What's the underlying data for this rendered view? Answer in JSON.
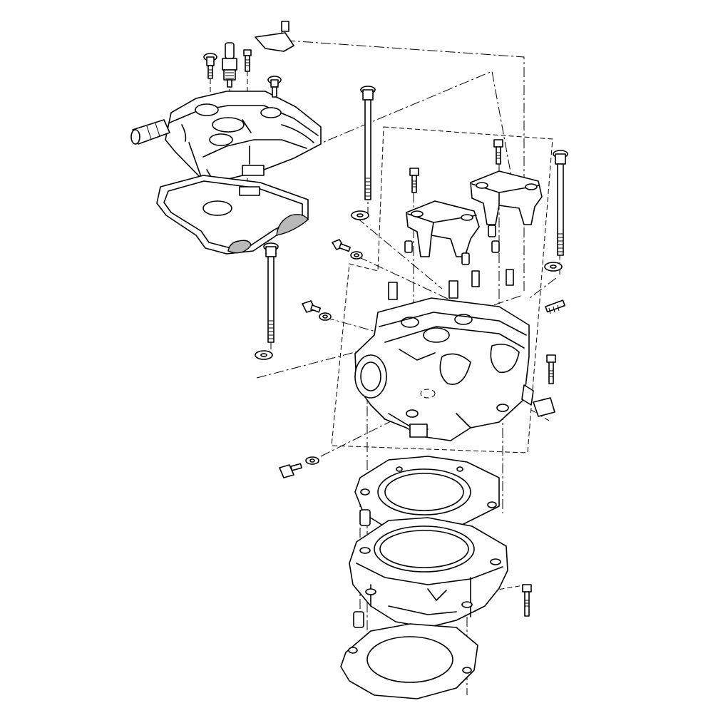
{
  "diagram": {
    "background": "#ffffff",
    "line_color": "#000000",
    "shade_color": "#b9b9b9",
    "parts": [
      "valve-cover",
      "valve-cover-gasket",
      "spark-plug",
      "breather-hose-fitting",
      "camshaft-cap-left",
      "camshaft-cap-right",
      "cylinder-head",
      "head-gasket",
      "cylinder",
      "base-gasket",
      "dowel-pin",
      "stud-bolt",
      "flange-bolt",
      "washer"
    ]
  }
}
